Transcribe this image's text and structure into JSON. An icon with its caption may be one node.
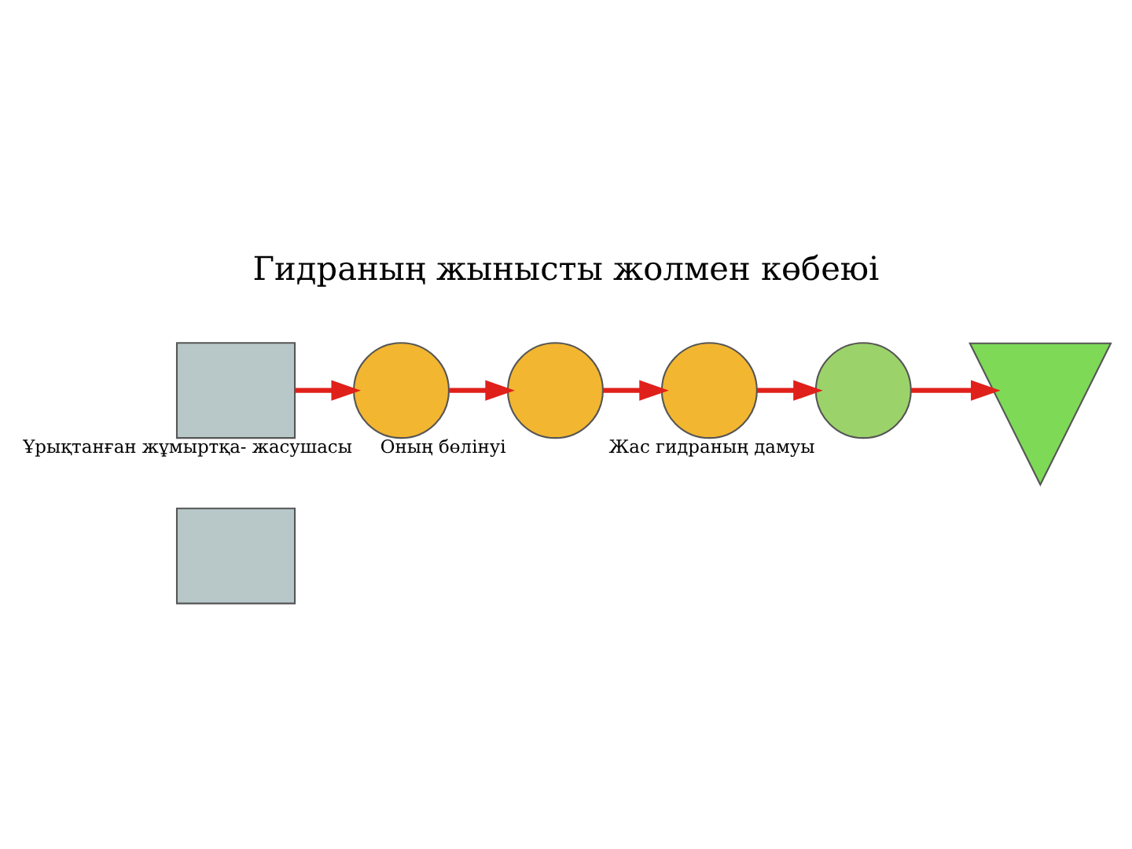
{
  "diagram": {
    "title": "Гидраның жынысты жолмен көбеюі",
    "nodes": [
      {
        "text": [],
        "shape": "box"
      },
      {
        "text": [],
        "shape": "box"
      },
      {
        "text": [],
        "shape": "circle",
        "beside": [
          "Ұрықтанған жұмыртқа- жасушасы"
        ]
      },
      {
        "text": [],
        "shape": "circle",
        "beside": [
          "Оның бөлінуі"
        ]
      },
      {
        "text": [],
        "shape": "circle"
      },
      {
        "text": [],
        "shape": "circle",
        "beside": [
          "Жас гидраның дамуы"
        ]
      },
      {
        "text": [],
        "shape": "picture"
      }
    ],
    "edges": [
      {
        "from": 0,
        "to": 2,
        "arrow": "to"
      },
      {
        "from": 2,
        "to": 3,
        "arrow": "to"
      },
      {
        "from": 3,
        "to": 4,
        "arrow": "to"
      },
      {
        "from": 4,
        "to": 5,
        "arrow": "to"
      },
      {
        "from": 5,
        "to": 6,
        "arrow": "to"
      }
    ]
  }
}
